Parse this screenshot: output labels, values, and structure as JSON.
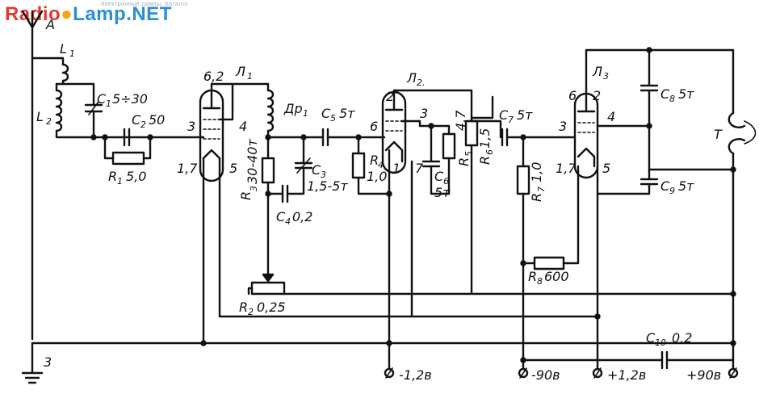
{
  "logo": {
    "part1": "Radio",
    "part2": "Lamp.NET",
    "tagline": "Электронные лампы. Каталог"
  },
  "antenna": {
    "label": "А"
  },
  "ground": {
    "label": "3"
  },
  "coils": {
    "L1": "L",
    "L1_sub": "1",
    "L2": "L",
    "L2_sub": "2"
  },
  "components": {
    "C1": "C",
    "C1_sub": "1",
    "C1_val": "5÷30",
    "C2": "C",
    "C2_sub": "2",
    "C2_val": "50",
    "R1": "R",
    "R1_sub": "1",
    "R1_val": "5,0",
    "R2": "R",
    "R2_sub": "2",
    "R2_val": "0,25",
    "R3": "R",
    "R3_sub": "3",
    "R3_val": "30-40т",
    "C4": "C",
    "C4_sub": "4",
    "C4_val": "0,2",
    "C3": "C",
    "C3_sub": "3",
    "C3_val": "1,5-5т",
    "C5": "C",
    "C5_sub": "5",
    "C5_val": "5т",
    "Dr1": "Др",
    "Dr1_sub": "1",
    "R4": "R",
    "R4_sub": "4",
    "R4_val": "1,0",
    "C6": "C",
    "C6_sub": "6",
    "C6_val": "5т",
    "R5": "R",
    "R5_sub": "5",
    "R5_val": "4,7",
    "R6": "R",
    "R6_sub": "6",
    "R6_val": "1,5",
    "C7": "C",
    "C7_sub": "7",
    "C7_val": "5т",
    "R7": "R",
    "R7_sub": "7",
    "R7_val": "1,0",
    "R8": "R",
    "R8_sub": "8",
    "R8_val": "600",
    "C8": "C",
    "C8_sub": "8",
    "C8_val": "5т",
    "C9": "C",
    "C9_sub": "9",
    "C9_val": "5т",
    "C10": "C",
    "C10_sub": "10",
    "C10_val": "0,2",
    "phones": "Т"
  },
  "tubes": {
    "V1": {
      "label": "Л",
      "sub": "1",
      "pins": [
        "6,2",
        "3",
        "4",
        "1,7",
        "5"
      ]
    },
    "V2": {
      "label": "Л",
      "sub": "2.",
      "pins": [
        "2",
        "3",
        "6",
        "1",
        "7"
      ]
    },
    "V3": {
      "label": "Л",
      "sub": "3",
      "pins": [
        "6",
        "2",
        "3",
        "4",
        "1,7",
        "5"
      ]
    }
  },
  "terminals": [
    "-1,2в",
    "-90в",
    "+1,2в",
    "+90в"
  ]
}
